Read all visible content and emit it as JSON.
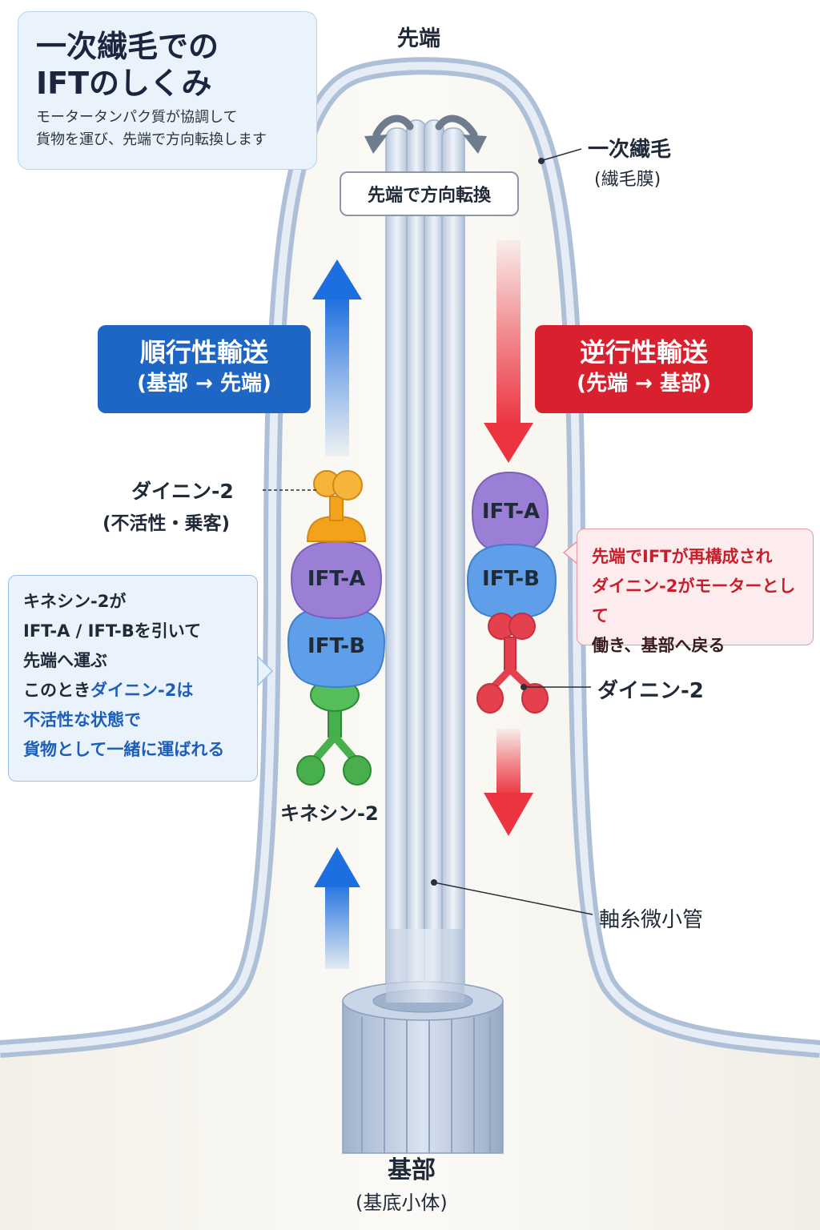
{
  "title": {
    "line1": "一次繊毛での",
    "line2": "IFTのしくみ",
    "sub1": "モータータンパク質が協調して",
    "sub2": "貨物を運び、先端で方向転換します"
  },
  "labels": {
    "tip": "先端",
    "turnaround": "先端で方向転換",
    "cilium": "一次繊毛",
    "cilium_sub": "(繊毛膜)",
    "axoneme": "軸糸微小管",
    "base": "基部",
    "base_sub": "(基底小体)"
  },
  "anterograde": {
    "title": "順行性輸送",
    "sub": "(基部 → 先端)",
    "dynein_label": "ダイニン-2",
    "dynein_sub": "(不活性・乗客)",
    "ift_a": "IFT-A",
    "ift_b": "IFT-B",
    "kinesin_label": "キネシン-2",
    "note": {
      "l1": "キネシン-2が",
      "l2": "IFT-A / IFT-Bを引いて",
      "l3": "先端へ運ぶ",
      "l4a": "このとき",
      "l4b": "ダイニン-2は",
      "l5": "不活性な状態で",
      "l6": "貨物として一緒に運ばれる"
    }
  },
  "retrograde": {
    "title": "逆行性輸送",
    "sub": "(先端 → 基部)",
    "ift_a": "IFT-A",
    "ift_b": "IFT-B",
    "dynein_label": "ダイニン-2",
    "note": {
      "l1": "先端でIFTが再構成され",
      "l2": "ダイニン-2がモーターとして",
      "l3": "働き、基部へ戻る"
    }
  },
  "colors": {
    "anterograde": "#1d66c4",
    "retrograde": "#d9202e",
    "ift_a": "#9b7ed6",
    "ift_b": "#5f9ee8",
    "kinesin": "#3fa845",
    "dynein_inactive": "#f2a31b",
    "dynein_active": "#e5404d"
  }
}
